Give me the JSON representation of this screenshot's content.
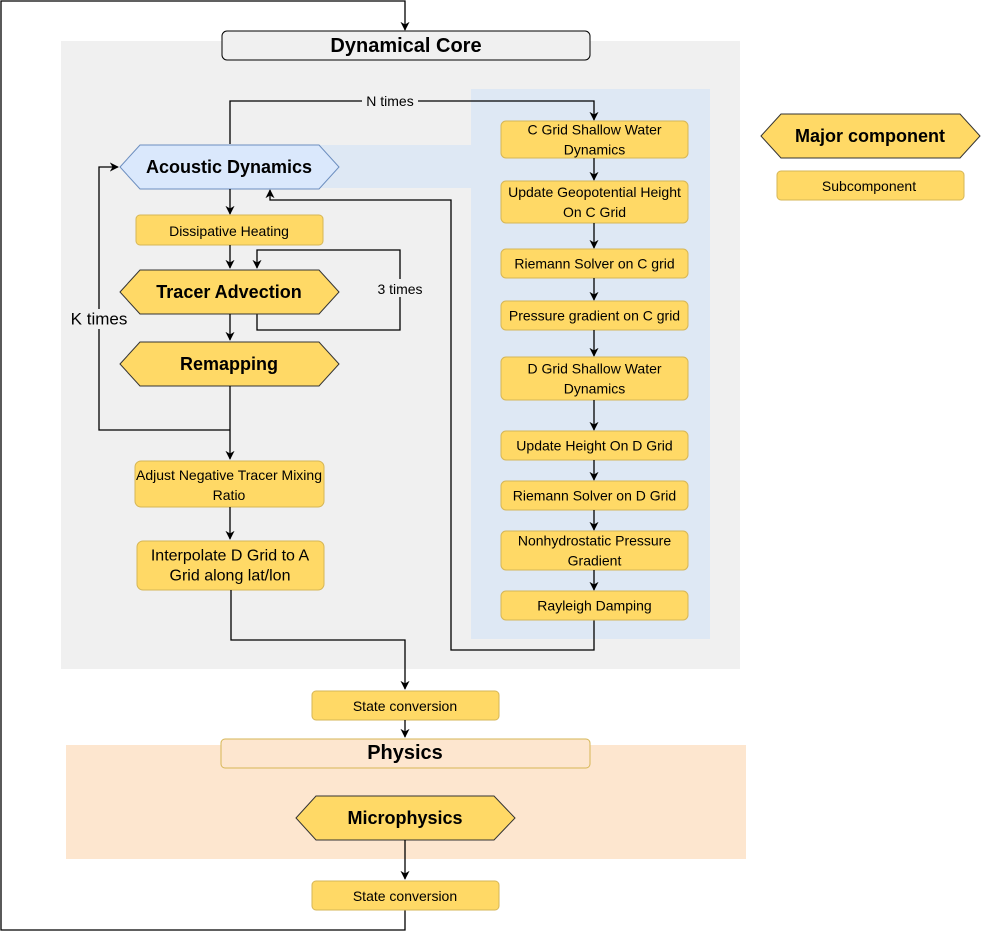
{
  "diagram": {
    "dynamical_core": {
      "title": "Dynamical Core",
      "acoustic_dynamics": "Acoustic Dynamics",
      "dissipative_heating": "Dissipative Heating",
      "tracer_advection": "Tracer Advection",
      "remapping": "Remapping",
      "adjust_negative": [
        "Adjust Negative Tracer Mixing",
        "Ratio"
      ],
      "interpolate": [
        "Interpolate D Grid to A",
        "Grid along lat/lon"
      ],
      "loop_labels": {
        "n_times": "N times",
        "k_times": "K times",
        "three_times": "3 times"
      },
      "acoustic_steps": [
        [
          "C Grid Shallow Water",
          "Dynamics"
        ],
        [
          "Update Geopotential Height",
          "On C Grid"
        ],
        [
          "Riemann Solver on C grid"
        ],
        [
          "Pressure gradient on C grid"
        ],
        [
          "D Grid Shallow Water",
          "Dynamics"
        ],
        [
          "Update Height On D Grid"
        ],
        [
          "Riemann Solver on D Grid"
        ],
        [
          "Nonhydrostatic Pressure",
          "Gradient"
        ],
        [
          "Rayleigh Damping"
        ]
      ]
    },
    "state_conversion_1": "State conversion",
    "physics": {
      "title": "Physics",
      "microphysics": "Microphysics"
    },
    "state_conversion_2": "State conversion",
    "legend": {
      "major": "Major component",
      "sub": "Subcomponent"
    },
    "colors": {
      "core_bg": "#f0f0f0",
      "acoustic_bg": "#dee8f4",
      "physics_bg": "#fde6cf",
      "component_fill": "#ffd966",
      "component_stroke": "#d6b656",
      "acoustic_fill": "#dae8fc",
      "acoustic_stroke": "#6c8ebf"
    }
  }
}
